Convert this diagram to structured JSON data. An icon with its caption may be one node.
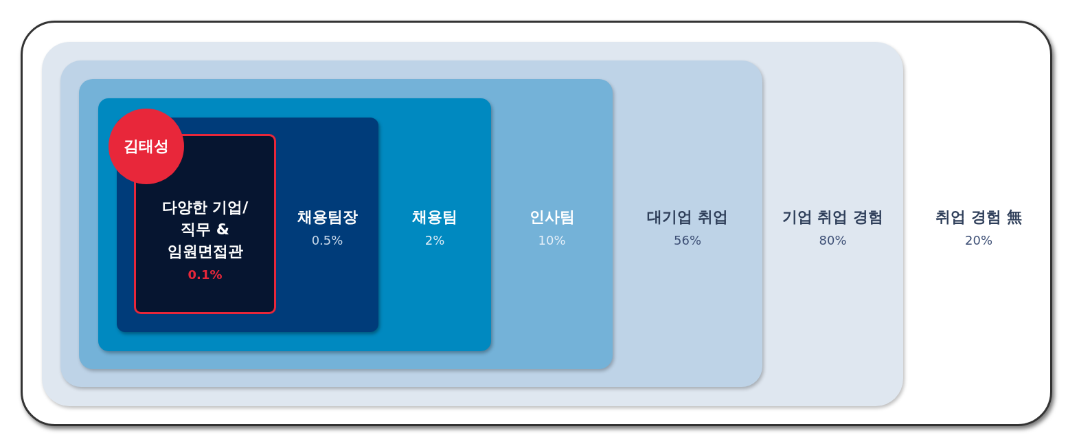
{
  "diagram": {
    "nodes": [
      {
        "text": [
          "취업 경험 無",
          "20%"
        ]
      },
      {
        "text": [
          "기업 취업 경험",
          "80%"
        ],
        "in": 0
      },
      {
        "text": [
          "대기업 취업",
          "56%"
        ],
        "in": 1
      },
      {
        "text": [
          "인사팀",
          "10%"
        ],
        "in": 2
      },
      {
        "text": [
          "채용팀",
          "2%"
        ],
        "in": 3
      },
      {
        "text": [
          "채용팀장",
          "0.5%"
        ],
        "in": 4
      },
      {
        "text": [
          "다양한 기업/직무 & 임원면접관",
          "0.1%"
        ],
        "in": 5
      },
      {
        "text": [
          "김태성"
        ],
        "in": 4
      }
    ]
  }
}
